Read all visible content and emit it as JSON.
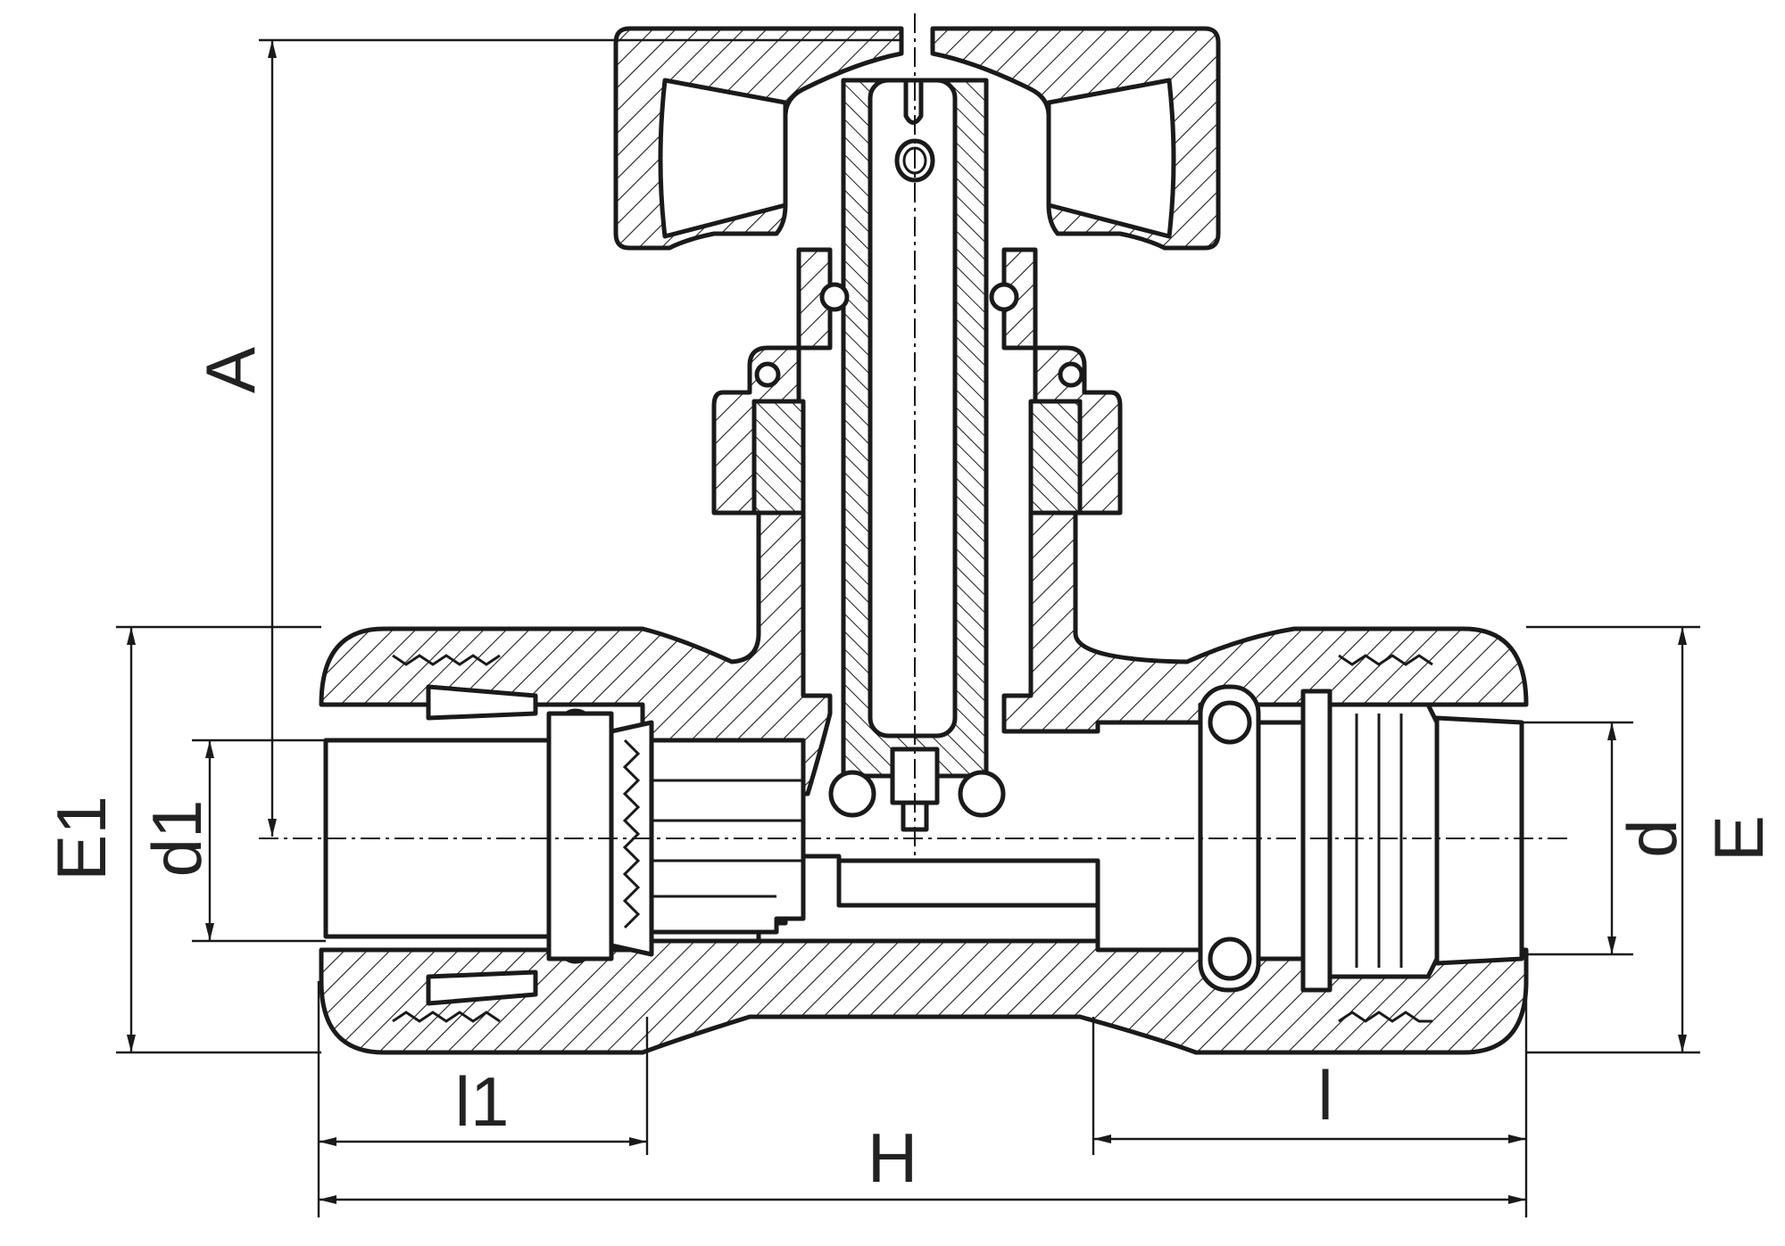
{
  "diagram": {
    "labels": {
      "A": "A",
      "E1": "E1",
      "d1": "d1",
      "d": "d",
      "E": "E",
      "l1": "l1",
      "l": "l",
      "H": "H"
    },
    "colors": {
      "line": "#1a1a1a",
      "text": "#222222",
      "background": "#ffffff"
    }
  }
}
